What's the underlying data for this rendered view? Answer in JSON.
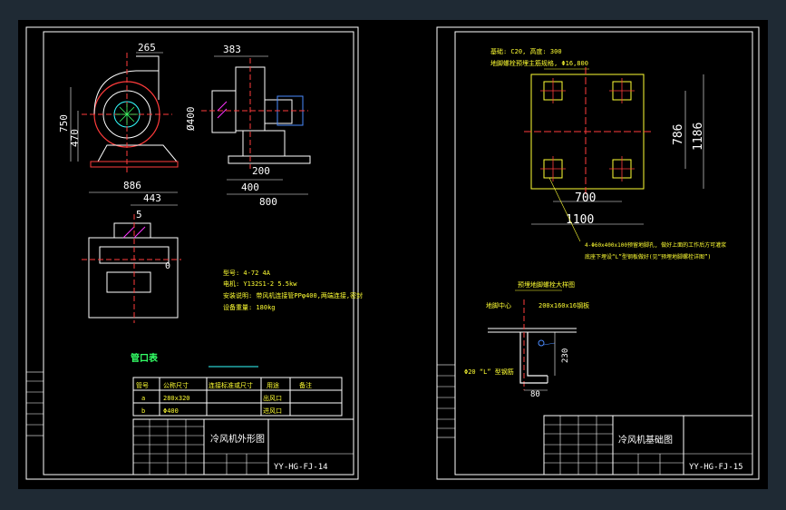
{
  "colors": {
    "frame": "#ffffff",
    "dim": "#ffffff",
    "center": "#ff3b3b",
    "yellow": "#ffff33",
    "green": "#33ff66",
    "magenta": "#ff33ff",
    "cyan": "#33ffff",
    "blue": "#4a8bff",
    "bg": "#000000",
    "viewport": "#1f2a34"
  },
  "left_sheet": {
    "dims": {
      "d265": "265",
      "d383": "383",
      "d750": "750",
      "d470": "470",
      "d400dia": "Ø400",
      "d200": "200",
      "d400": "400",
      "d800": "800",
      "d886": "886",
      "d443": "443",
      "d5": "5",
      "d0": "0"
    },
    "notes": [
      "型号: 4-72 4A",
      "电机: Y132S1-2  5.5kw",
      "安装说明: 带风机连接管PPφ400,两端连接,密封",
      "设备重量: 180kg"
    ],
    "table_title": "管口表",
    "table_header": [
      "管号",
      "公称尺寸",
      "连接标准或尺寸",
      "用途",
      "备注"
    ],
    "table_rows": [
      [
        "a",
        "280x320",
        "",
        "出风口",
        ""
      ],
      [
        "b",
        "Φ400",
        "",
        "进风口",
        ""
      ]
    ],
    "drawing_title": "冷风机外形图",
    "drawing_number": "YY-HG-FJ-14"
  },
  "right_sheet": {
    "top_note": [
      "基础: C20, 高度: 300",
      "地脚螺栓预埋主筋规格, Φ16,800"
    ],
    "dims": {
      "d786": "786",
      "d1186": "1186",
      "d700": "700",
      "d1100": "1100",
      "d230": "230",
      "d80": "80"
    },
    "bolt_note": [
      "4-Φ60x400x100预留地脚孔, 做好上面的工作后方可灌浆",
      "底座下埋设“L”型钢板做好(见“预埋地脚螺栓详图”)"
    ],
    "detail_title": "预埋地脚螺栓大样图",
    "detail_labels": {
      "center": "地脚中心",
      "plate": "200x160x16钢板",
      "rebar": "Φ20 “L” 型钢筋"
    },
    "drawing_title": "冷风机基础图",
    "drawing_number": "YY-HG-FJ-15"
  }
}
